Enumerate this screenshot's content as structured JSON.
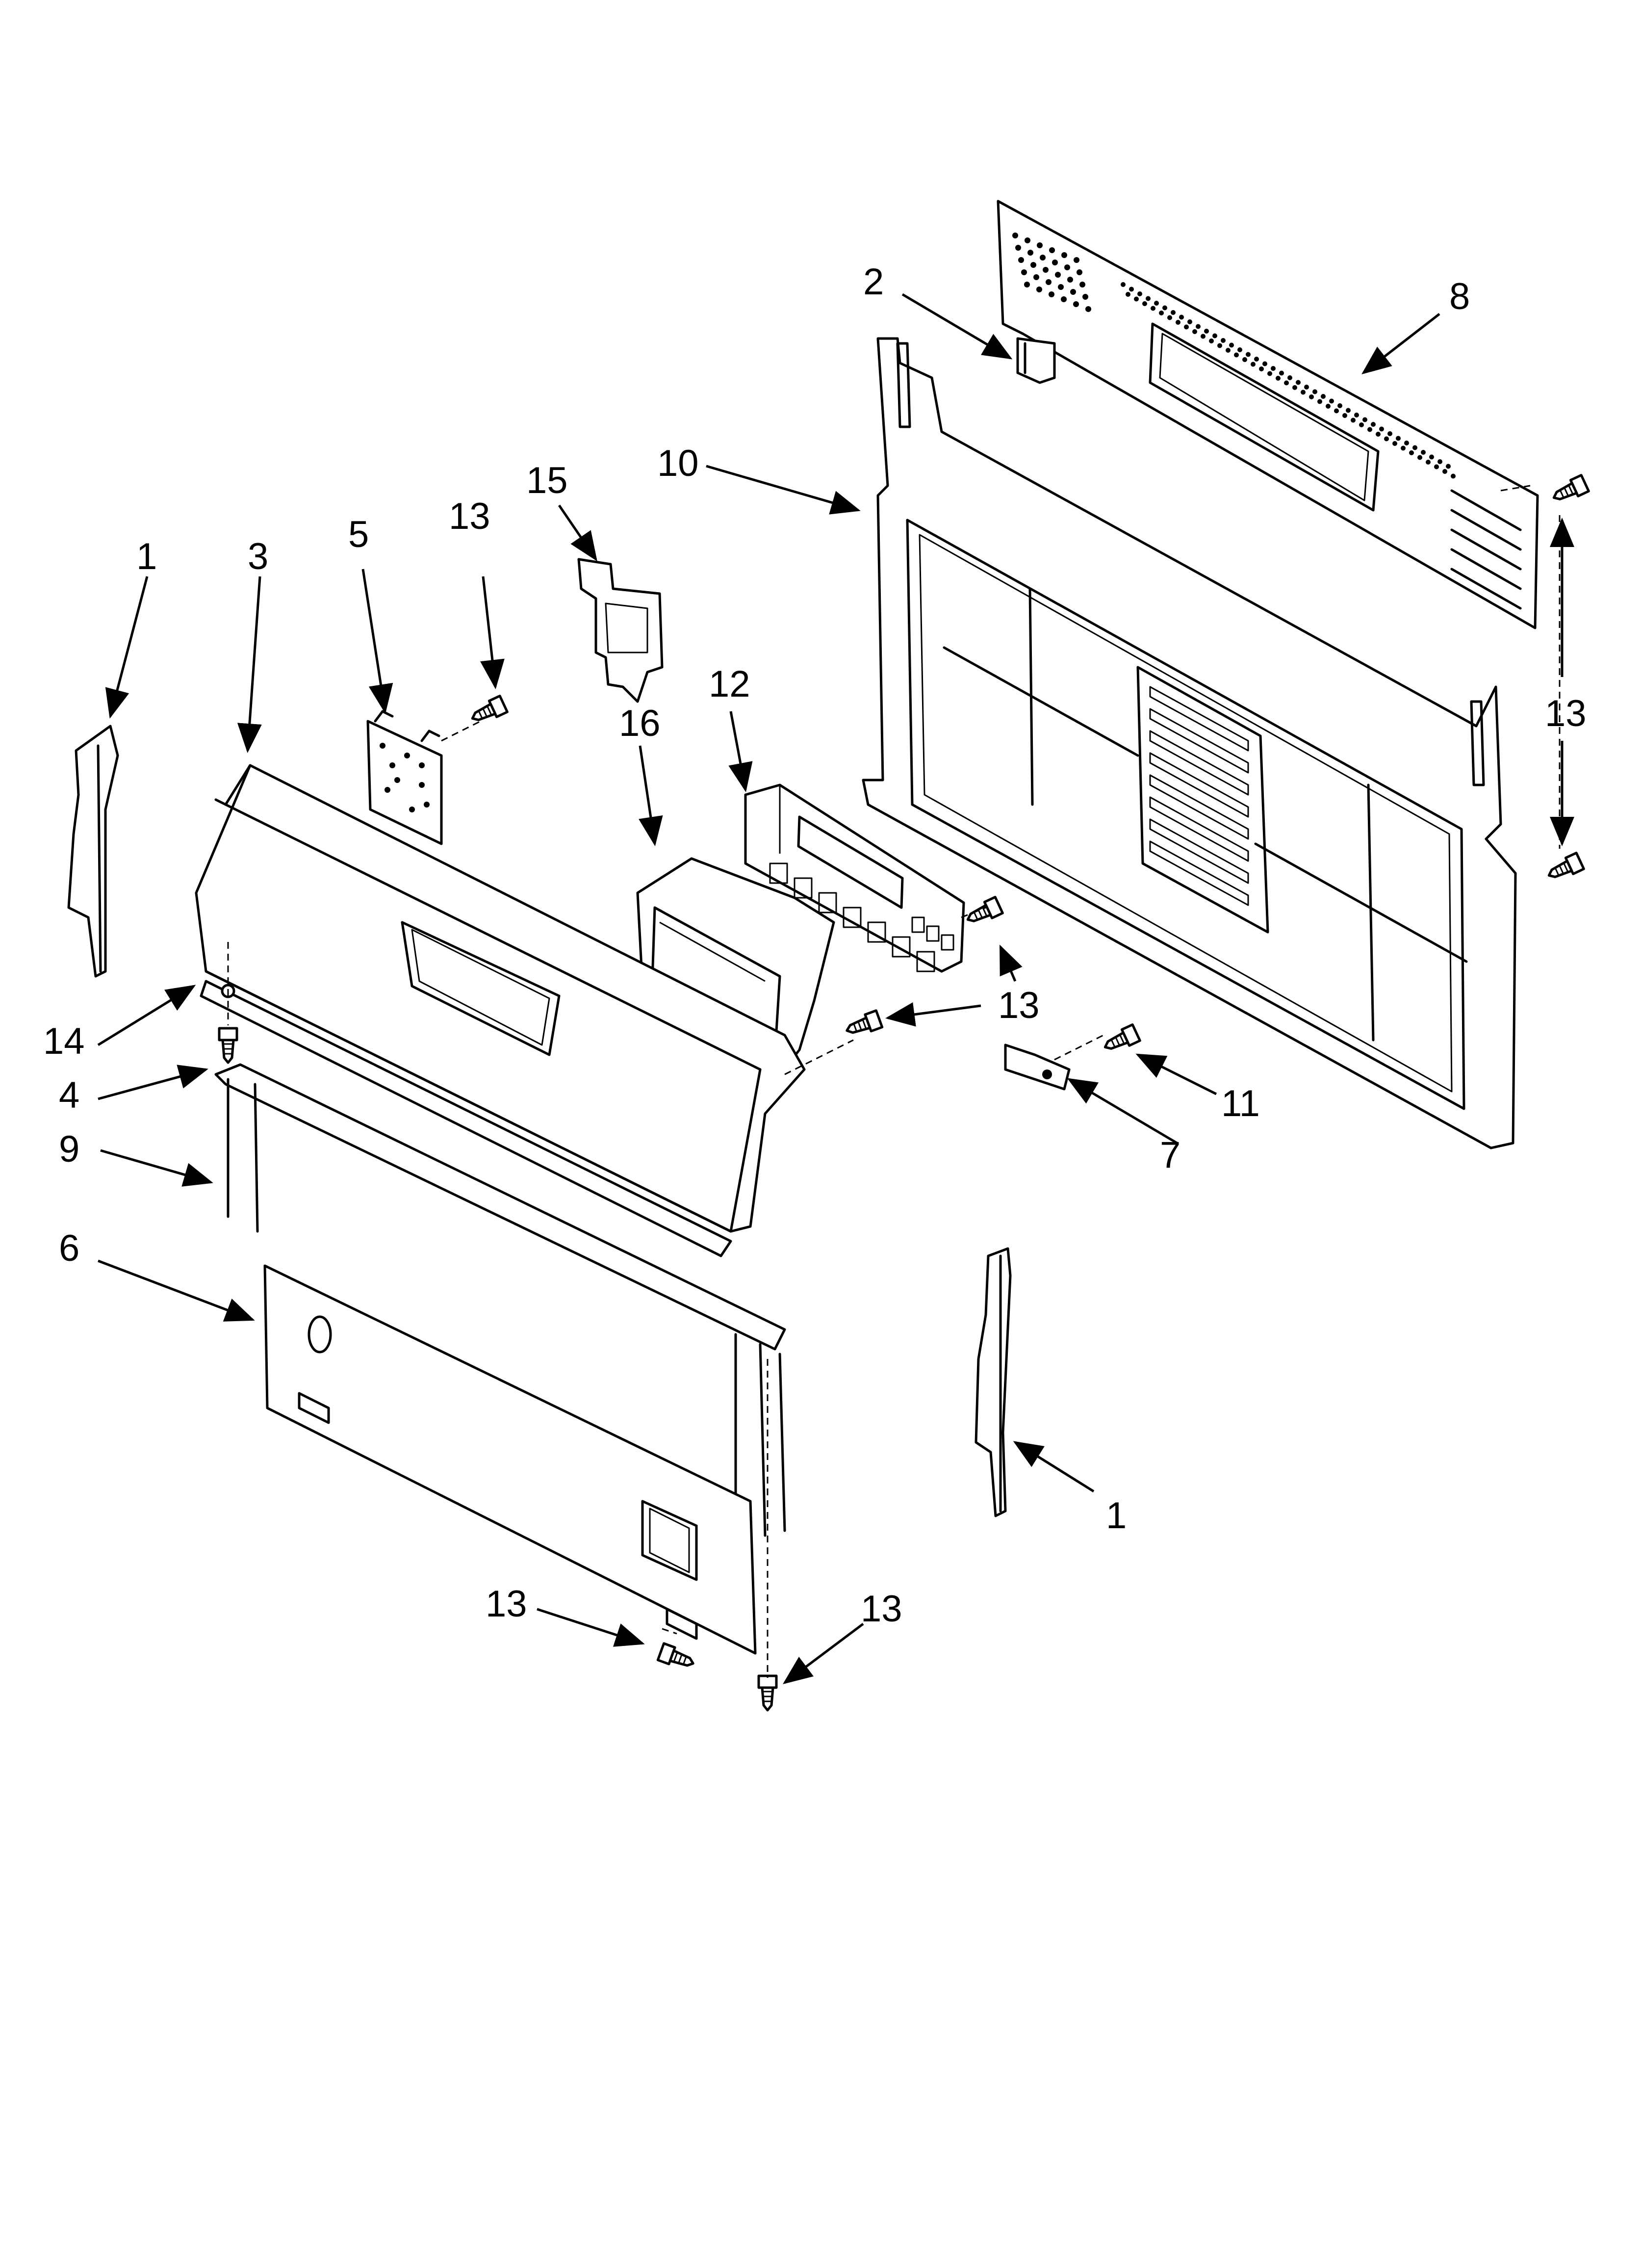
{
  "callouts": {
    "c1_top": "1",
    "c1_bottom": "1",
    "c2": "2",
    "c3": "3",
    "c4": "4",
    "c5": "5",
    "c6": "6",
    "c7": "7",
    "c8": "8",
    "c9": "9",
    "c10": "10",
    "c11": "11",
    "c12": "12",
    "c13_a": "13",
    "c13_b": "13",
    "c13_c": "13",
    "c13_d": "13",
    "c13_e": "13",
    "c14": "14",
    "c15": "15",
    "c16": "16"
  }
}
